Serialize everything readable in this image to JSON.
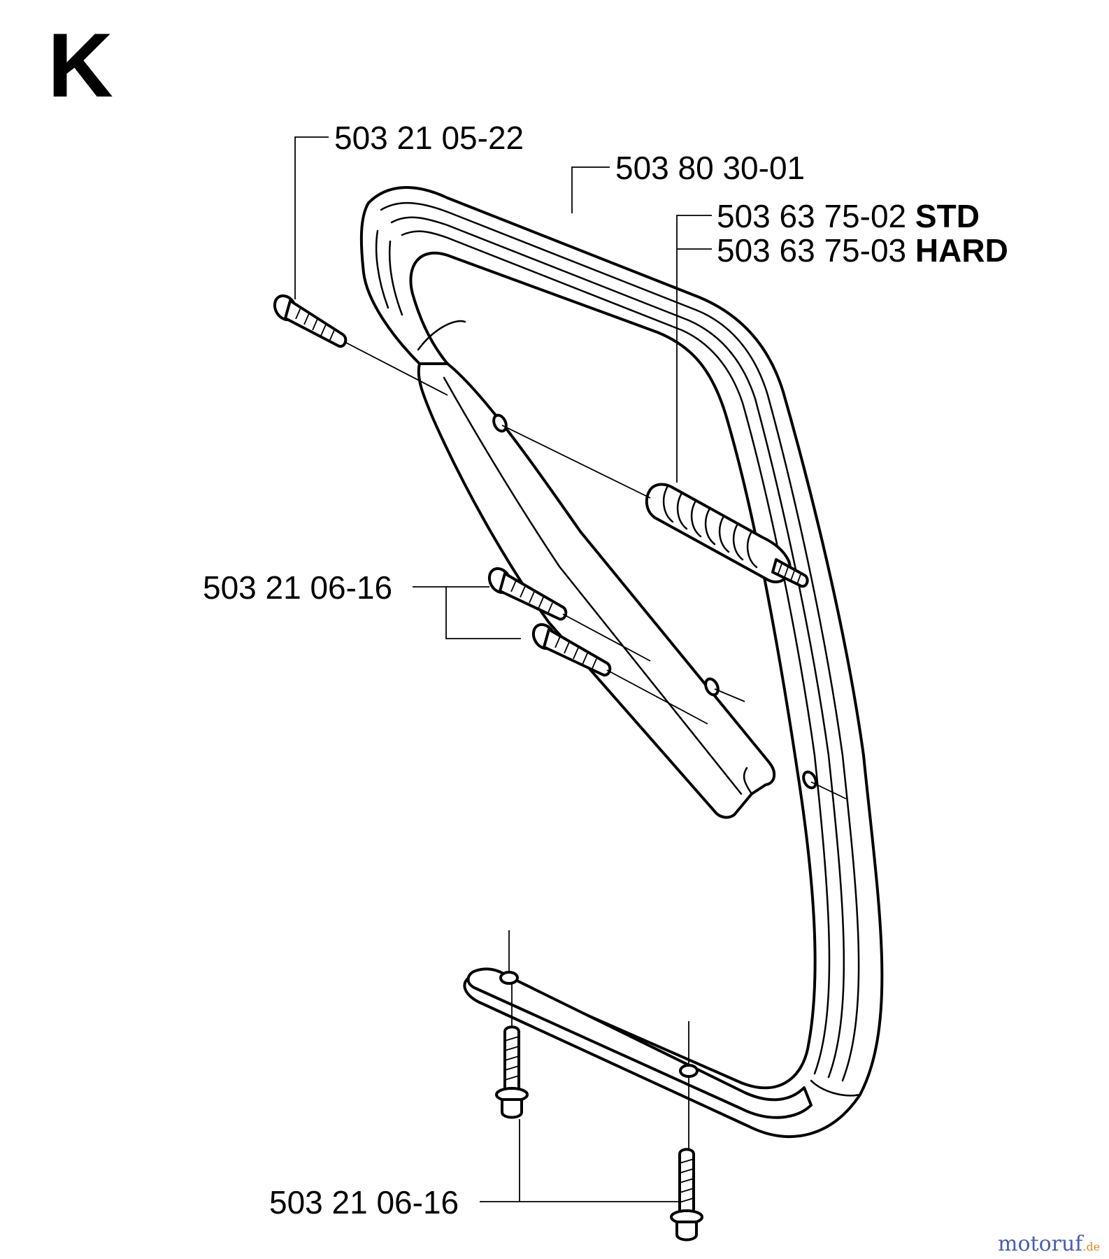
{
  "diagram": {
    "section_letter": "K",
    "callouts": [
      {
        "part": "503 21 05-22"
      },
      {
        "part": "503 80 30-01"
      },
      {
        "part": "503 63 75-02",
        "variant": "STD"
      },
      {
        "part": "503 63 75-03",
        "variant": "HARD"
      },
      {
        "part": "503 21 06-16"
      },
      {
        "part": "503 21 06-16"
      }
    ],
    "watermark": {
      "brand": "motoruf",
      "suffix": ".de"
    }
  },
  "colors": {
    "ink": "#000000",
    "background": "#ffffff",
    "watermark_primary": "#4a5fa8",
    "watermark_accent": "#e08a2a"
  }
}
